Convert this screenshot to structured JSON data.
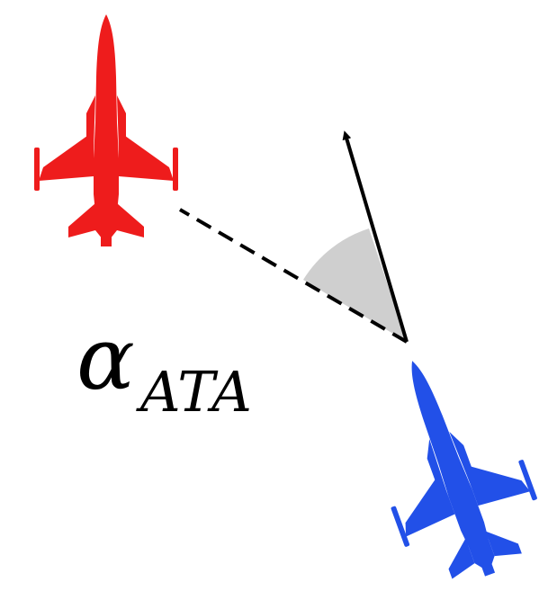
{
  "label": {
    "symbol": "α",
    "subscript": "ATA"
  },
  "aircraft": [
    {
      "name": "red-fighter",
      "color": "#ee1c1c"
    },
    {
      "name": "blue-fighter",
      "color": "#2250e8"
    }
  ],
  "angle_arc": {
    "fill": "#cfcfcf"
  },
  "lines": {
    "line_of_sight": {
      "style": "dashed",
      "color": "#000000"
    },
    "heading_vector": {
      "style": "solid-arrow",
      "color": "#000000"
    }
  }
}
